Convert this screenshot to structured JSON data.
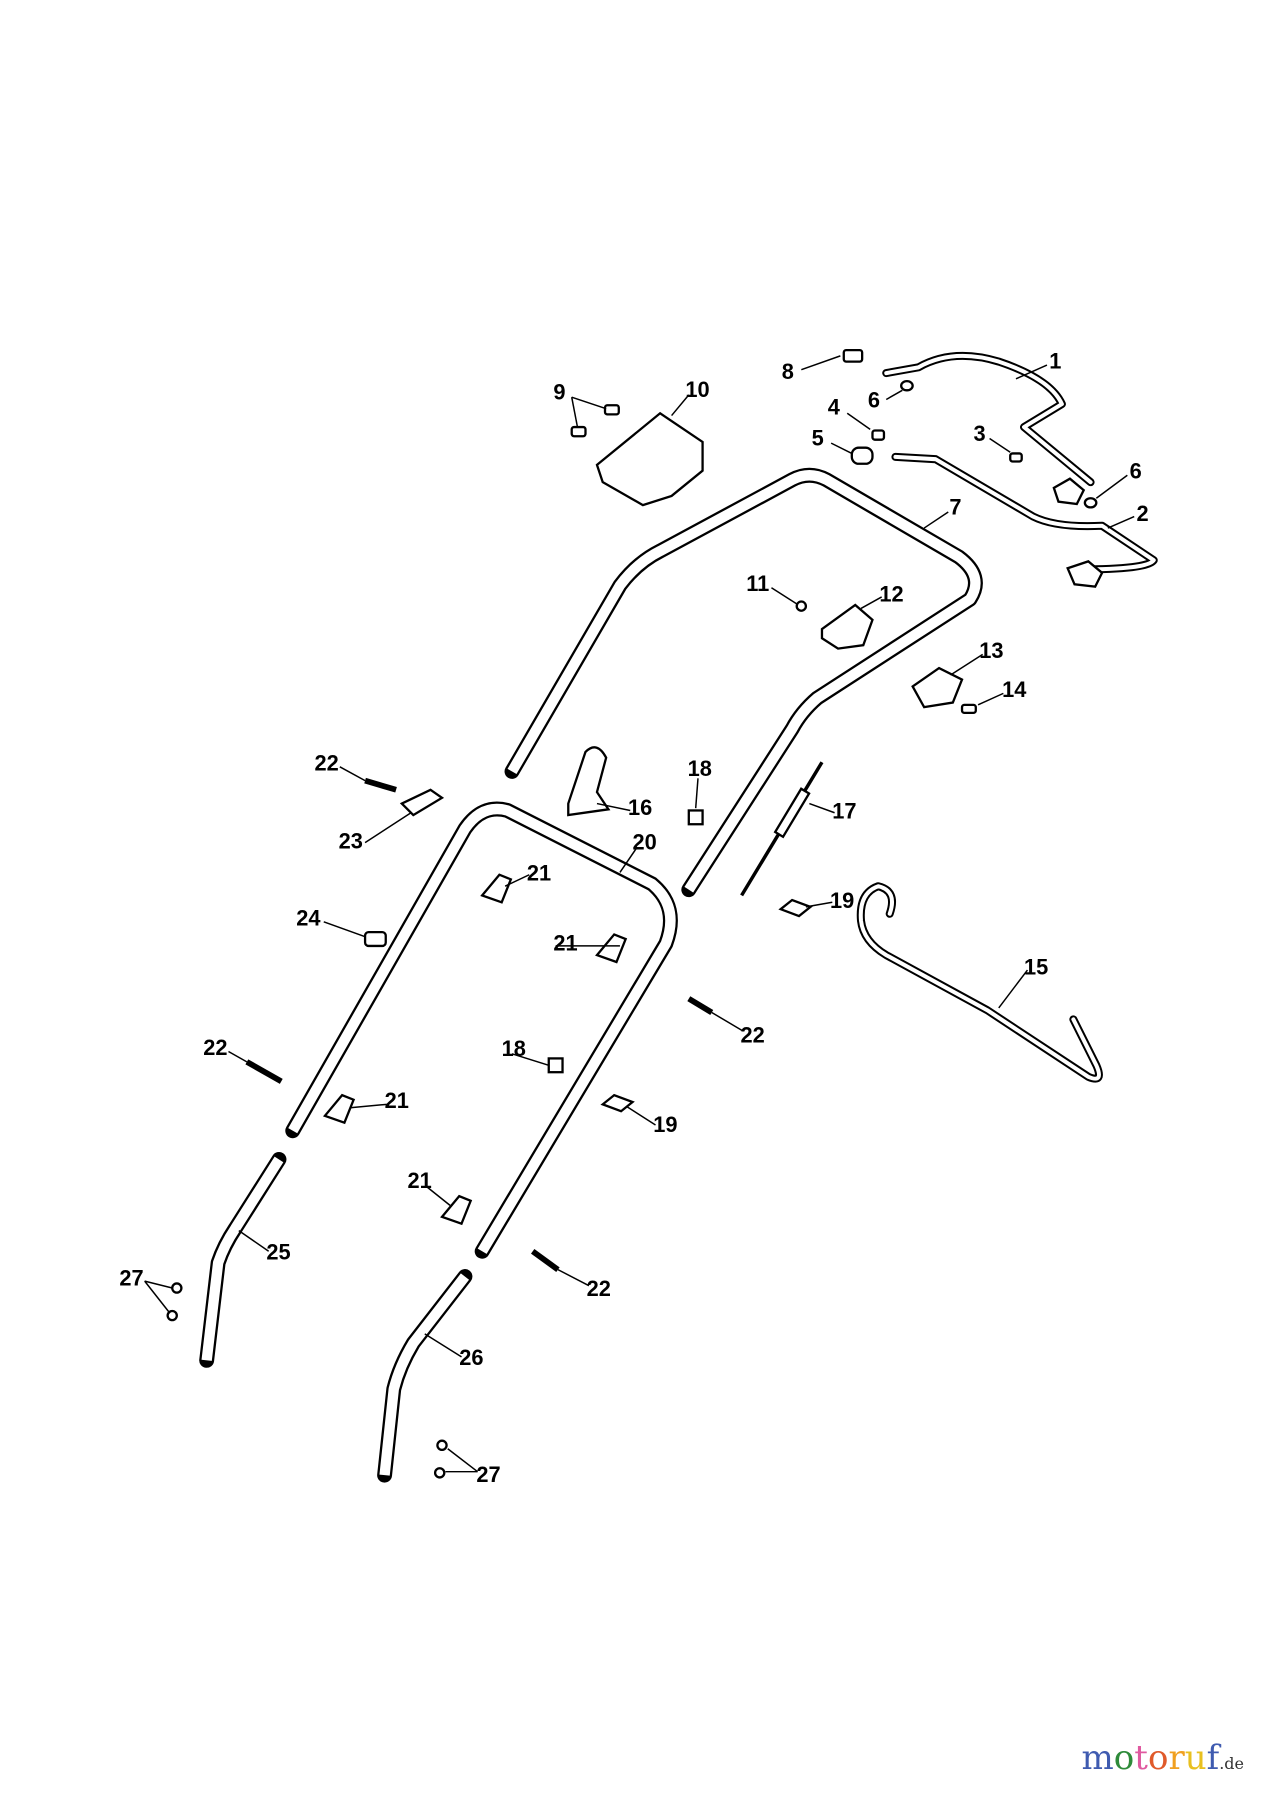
{
  "diagram": {
    "labels": [
      "1",
      "2",
      "3",
      "4",
      "5",
      "6",
      "6",
      "7",
      "8",
      "9",
      "10",
      "11",
      "12",
      "13",
      "14",
      "15",
      "16",
      "17",
      "18",
      "18",
      "19",
      "19",
      "20",
      "21",
      "21",
      "21",
      "21",
      "22",
      "22",
      "22",
      "22",
      "23",
      "24",
      "25",
      "26",
      "27",
      "27"
    ]
  },
  "watermark": {
    "brand": "motoruf",
    "tld": ".de",
    "colors": [
      "#3f5bb0",
      "#2e8b3a",
      "#e05aa0",
      "#e05a2a",
      "#f0a020",
      "#e8c020"
    ]
  }
}
